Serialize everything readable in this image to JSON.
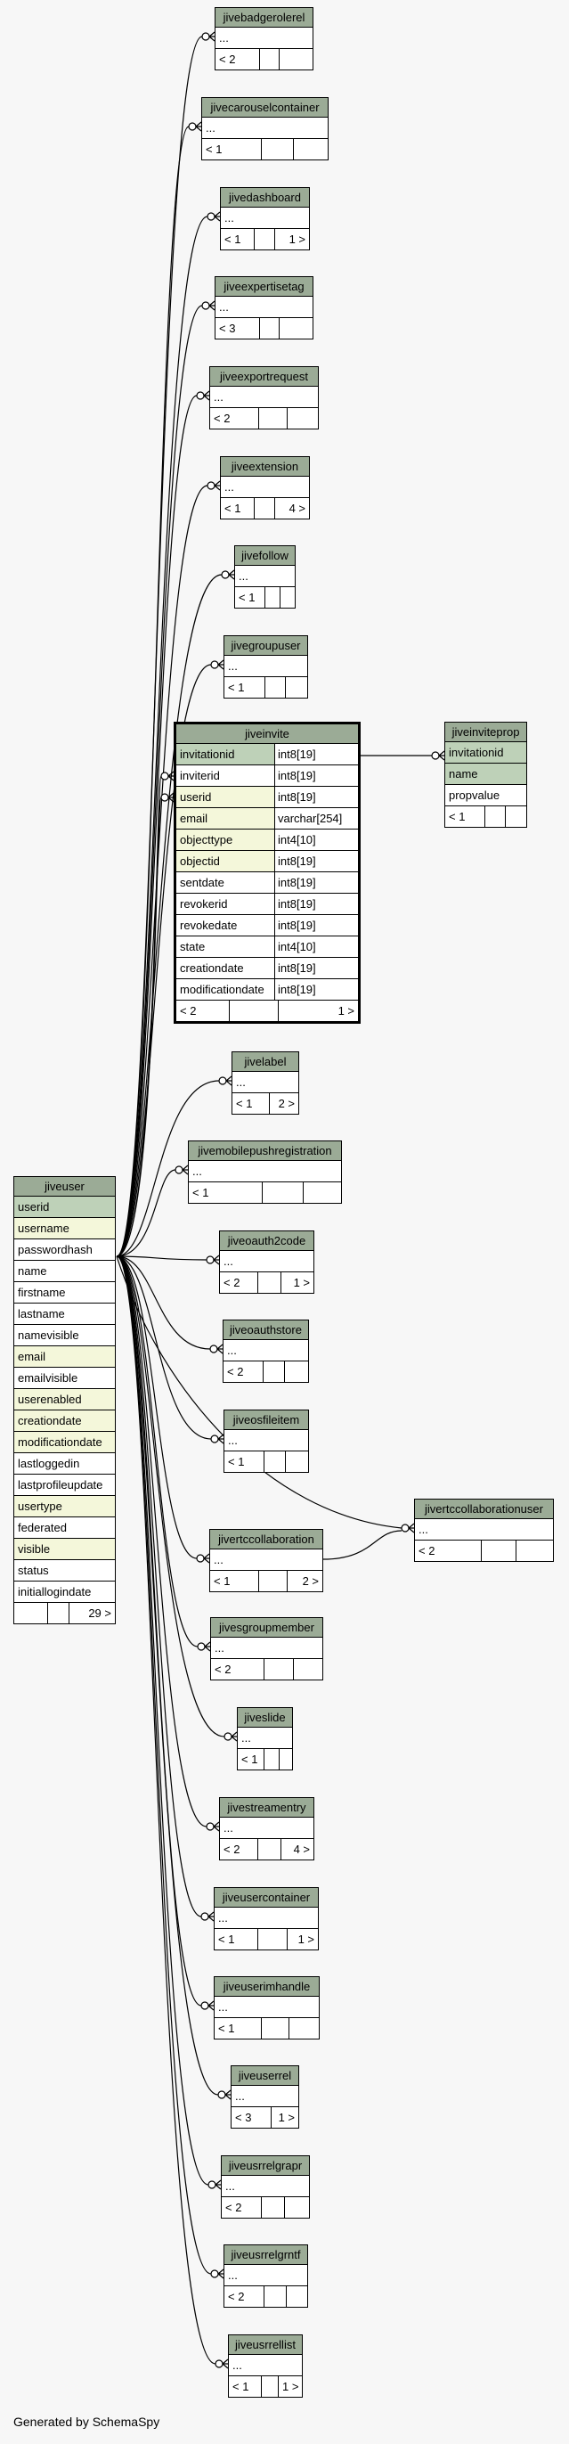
{
  "caption": "Generated by SchemaSpy",
  "colors": {
    "title_bg": "#9bab96",
    "pk_bg": "#bed1b8",
    "fk_bg": "#f4f7da",
    "background": "#f7f7f7"
  },
  "jiveuser": {
    "name": "jiveuser",
    "rows": [
      {
        "col": "userid",
        "kind": "pk"
      },
      {
        "col": "username",
        "kind": "fk"
      },
      {
        "col": "passwordhash",
        "kind": ""
      },
      {
        "col": "name",
        "kind": ""
      },
      {
        "col": "firstname",
        "kind": ""
      },
      {
        "col": "lastname",
        "kind": ""
      },
      {
        "col": "namevisible",
        "kind": ""
      },
      {
        "col": "email",
        "kind": "fk"
      },
      {
        "col": "emailvisible",
        "kind": ""
      },
      {
        "col": "userenabled",
        "kind": "fk"
      },
      {
        "col": "creationdate",
        "kind": "fk"
      },
      {
        "col": "modificationdate",
        "kind": "fk"
      },
      {
        "col": "lastloggedin",
        "kind": ""
      },
      {
        "col": "lastprofileupdate",
        "kind": ""
      },
      {
        "col": "usertype",
        "kind": "fk"
      },
      {
        "col": "federated",
        "kind": ""
      },
      {
        "col": "visible",
        "kind": "fk"
      },
      {
        "col": "status",
        "kind": ""
      },
      {
        "col": "initiallogindate",
        "kind": ""
      }
    ],
    "foot": [
      "",
      "",
      "29 >"
    ]
  },
  "jiveinvite": {
    "name": "jiveinvite",
    "rows": [
      {
        "col": "invitationid",
        "type": "int8[19]",
        "kind": "pk"
      },
      {
        "col": "inviterid",
        "type": "int8[19]",
        "kind": ""
      },
      {
        "col": "userid",
        "type": "int8[19]",
        "kind": "fk"
      },
      {
        "col": "email",
        "type": "varchar[254]",
        "kind": "fk"
      },
      {
        "col": "objecttype",
        "type": "int4[10]",
        "kind": "fk"
      },
      {
        "col": "objectid",
        "type": "int8[19]",
        "kind": "fk"
      },
      {
        "col": "sentdate",
        "type": "int8[19]",
        "kind": ""
      },
      {
        "col": "revokerid",
        "type": "int8[19]",
        "kind": ""
      },
      {
        "col": "revokedate",
        "type": "int8[19]",
        "kind": ""
      },
      {
        "col": "state",
        "type": "int4[10]",
        "kind": ""
      },
      {
        "col": "creationdate",
        "type": "int8[19]",
        "kind": ""
      },
      {
        "col": "modificationdate",
        "type": "int8[19]",
        "kind": ""
      }
    ],
    "foot": [
      "< 2",
      "",
      "1 >"
    ]
  },
  "jiveinviteprop": {
    "name": "jiveinviteprop",
    "rows": [
      {
        "col": "invitationid",
        "kind": "pk"
      },
      {
        "col": "name",
        "kind": "pk"
      },
      {
        "col": "propvalue",
        "kind": ""
      }
    ],
    "foot": [
      "< 1",
      "",
      ""
    ]
  },
  "tables": [
    {
      "name": "jivebadgerolerel",
      "foot": [
        "< 2",
        "",
        ""
      ]
    },
    {
      "name": "jivecarouselcontainer",
      "foot": [
        "< 1",
        "",
        ""
      ]
    },
    {
      "name": "jivedashboard",
      "foot": [
        "< 1",
        "",
        "1 >"
      ]
    },
    {
      "name": "jiveexpertisetag",
      "foot": [
        "< 3",
        "",
        ""
      ]
    },
    {
      "name": "jiveexportrequest",
      "foot": [
        "< 2",
        "",
        ""
      ]
    },
    {
      "name": "jiveextension",
      "foot": [
        "< 1",
        "",
        "4 >"
      ]
    },
    {
      "name": "jivefollow",
      "foot": [
        "< 1",
        "",
        ""
      ]
    },
    {
      "name": "jivegroupuser",
      "foot": [
        "< 1",
        "",
        ""
      ]
    },
    {
      "name": "jivelabel",
      "foot": [
        "< 1",
        "2 >"
      ]
    },
    {
      "name": "jivemobilepushregistration",
      "foot": [
        "< 1",
        "",
        ""
      ]
    },
    {
      "name": "jiveoauth2code",
      "foot": [
        "< 2",
        "",
        "1 >"
      ]
    },
    {
      "name": "jiveoauthstore",
      "foot": [
        "< 2",
        "",
        ""
      ]
    },
    {
      "name": "jiveosfileitem",
      "foot": [
        "< 1",
        "",
        ""
      ]
    },
    {
      "name": "jivertccollaboration",
      "foot": [
        "< 1",
        "",
        "2 >"
      ]
    },
    {
      "name": "jivertccollaborationuser",
      "foot": [
        "< 2",
        "",
        ""
      ]
    },
    {
      "name": "jivesgroupmember",
      "foot": [
        "< 2",
        "",
        ""
      ]
    },
    {
      "name": "jiveslide",
      "foot": [
        "< 1",
        "",
        ""
      ]
    },
    {
      "name": "jivestreamentry",
      "foot": [
        "< 2",
        "",
        "4 >"
      ]
    },
    {
      "name": "jiveusercontainer",
      "foot": [
        "< 1",
        "",
        "1 >"
      ]
    },
    {
      "name": "jiveuserimhandle",
      "foot": [
        "< 1",
        "",
        ""
      ]
    },
    {
      "name": "jiveuserrel",
      "foot": [
        "< 3",
        "1 >"
      ]
    },
    {
      "name": "jiveusrrelgrapr",
      "foot": [
        "< 2",
        "",
        ""
      ]
    },
    {
      "name": "jiveusrrelgrntf",
      "foot": [
        "< 2",
        "",
        ""
      ]
    },
    {
      "name": "jiveusrrellist",
      "foot": [
        "< 1",
        "",
        "1 >"
      ]
    }
  ],
  "ellipsis": "..."
}
